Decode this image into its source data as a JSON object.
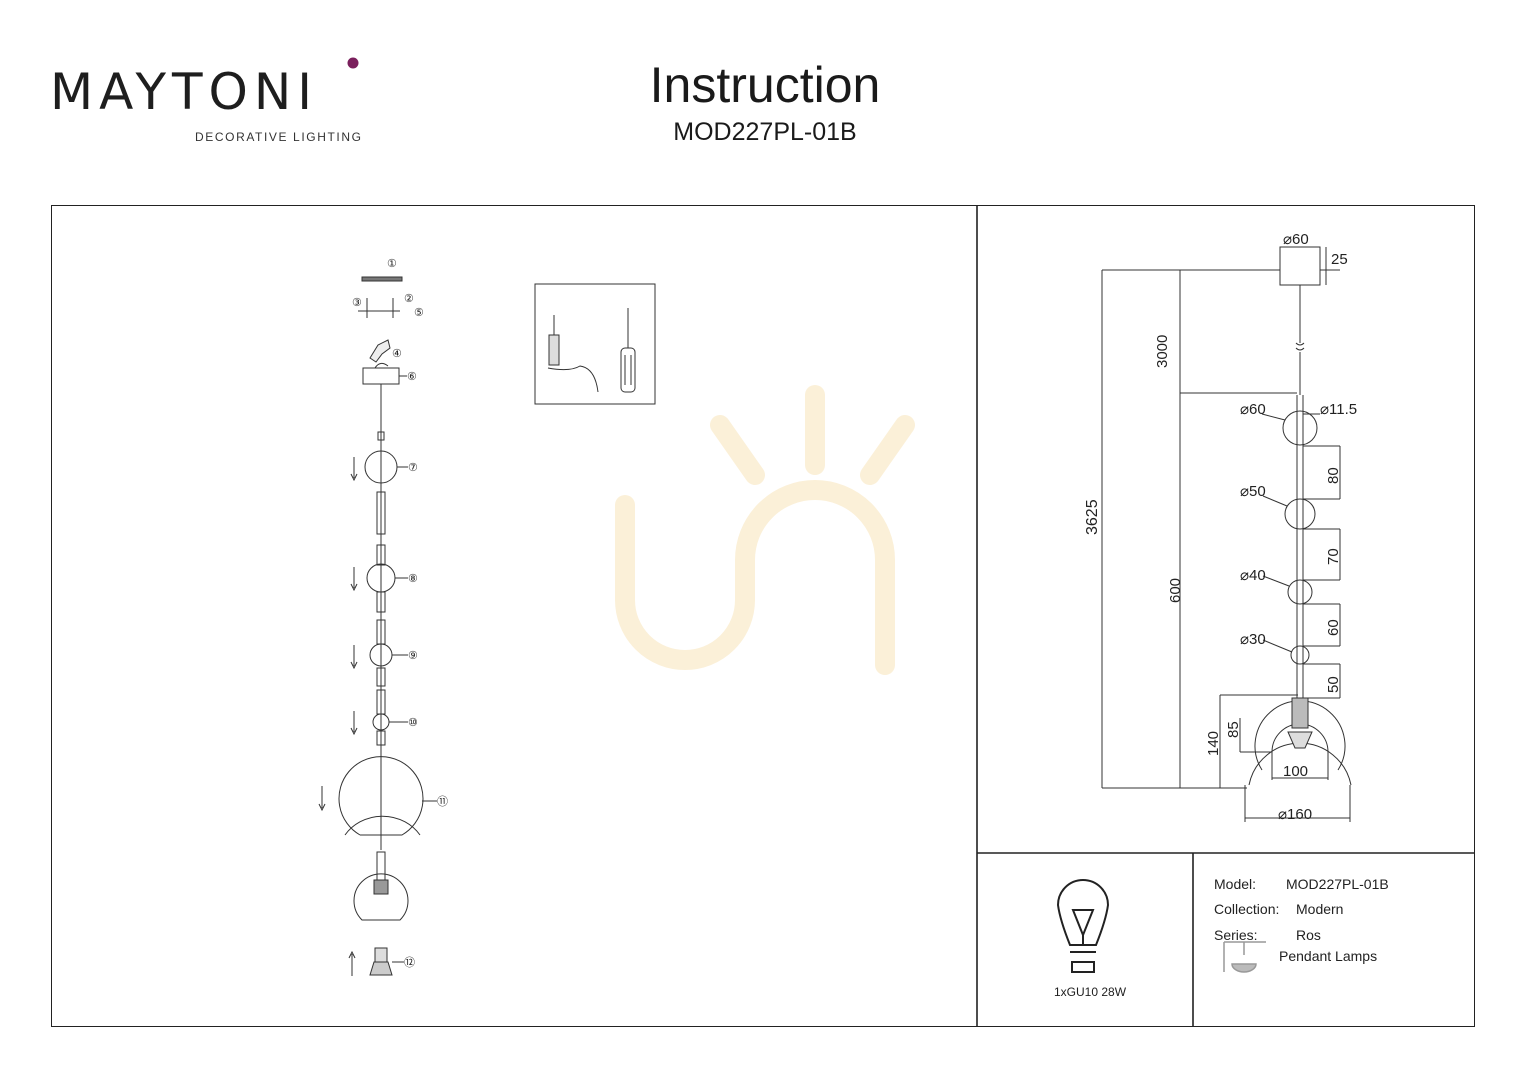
{
  "header": {
    "brand": "MAYTONI",
    "tagline": "DECORATIVE LIGHTING",
    "title": "Instruction",
    "model": "MOD227PL-01B"
  },
  "assembly": {
    "part_numbers": [
      "①",
      "②",
      "③",
      "④",
      "⑤",
      "⑥",
      "⑦",
      "⑧",
      "⑨",
      "⑩",
      "⑪",
      "⑫"
    ]
  },
  "dimensions": {
    "canopy_diameter": "⌀60",
    "canopy_height": "25",
    "cable_length": "3000",
    "total_height": "3625",
    "body_length": "600",
    "rod_diameter": "⌀11.5",
    "ball_1": "⌀60",
    "ball_2": "⌀50",
    "ball_3": "⌀40",
    "ball_4": "⌀30",
    "gap_1": "80",
    "gap_2": "70",
    "gap_3": "60",
    "gap_4": "50",
    "shade_height": "140",
    "inner_height": "85",
    "inner_diameter": "100",
    "shade_diameter": "⌀160"
  },
  "bulb": {
    "label": "1xGU10 28W"
  },
  "specs": {
    "model_label": "Model:",
    "model_value": "MOD227PL-01B",
    "collection_label": "Collection:",
    "collection_value": "Modern",
    "series_label": "Series:",
    "series_value": "Ros",
    "type_value": "Pendant Lamps"
  },
  "colors": {
    "brand_accent": "#7a1f5c",
    "line": "#222222",
    "watermark": "#fbf0d8"
  }
}
